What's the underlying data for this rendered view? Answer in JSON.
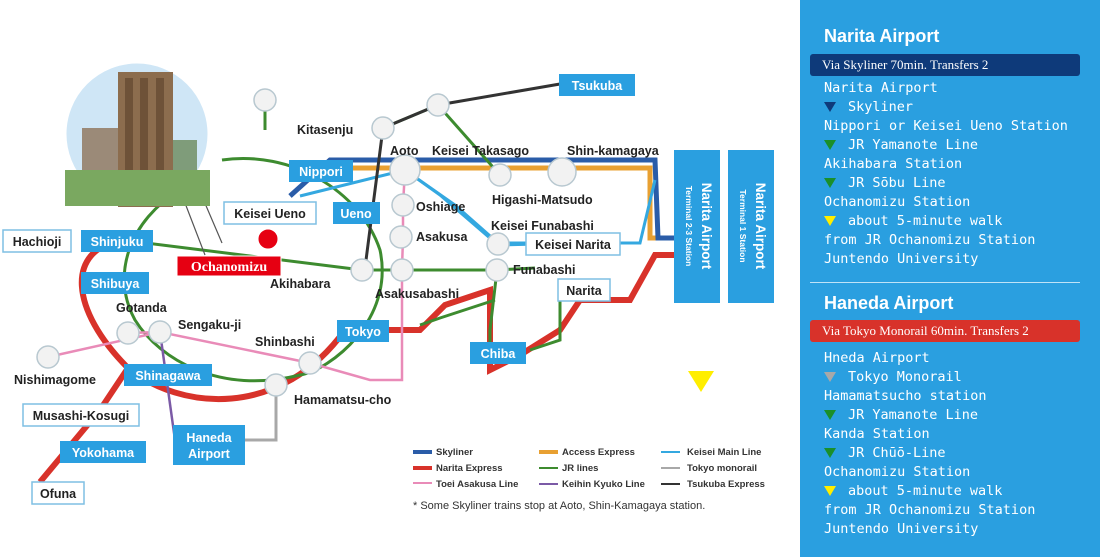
{
  "map": {
    "stations": {
      "tsukuba": "Tsukuba",
      "kitasenju": "Kitasenju",
      "nippori": "Nippori",
      "aoto": "Aoto",
      "keisei_takasago": "Keisei Takasago",
      "shin_kamagaya": "Shin-kamagaya",
      "higashi_matsudo": "Higashi-Matsudo",
      "keisei_ueno": "Keisei Ueno",
      "ueno": "Ueno",
      "oshiage": "Oshiage",
      "asakusa": "Asakusa",
      "keisei_funabashi": "Keisei Funabashi",
      "keisei_narita": "Keisei Narita",
      "hachioji": "Hachioji",
      "shinjuku": "Shinjuku",
      "ochanomizu": "Ochanomizu",
      "akihabara": "Akihabara",
      "funabashi": "Funabashi",
      "shibuya": "Shibuya",
      "asakusabashi": "Asakusabashi",
      "narita": "Narita",
      "gotanda": "Gotanda",
      "sengakuji": "Sengaku-ji",
      "shinbashi": "Shinbashi",
      "tokyo": "Tokyo",
      "chiba": "Chiba",
      "nishimagome": "Nishimagome",
      "shinagawa": "Shinagawa",
      "hamamatsucho": "Hamamatsu-cho",
      "musashi_kosugi": "Musashi-Kosugi",
      "haneda_1": "Haneda",
      "haneda_2": "Airport",
      "yokohama": "Yokohama",
      "ofuna": "Ofuna"
    },
    "terminals": {
      "t23_name": "Narita Airport",
      "t23_sub": "Terminal 2·3 Station",
      "t1_name": "Narita Airport",
      "t1_sub": "Terminal 1 Station"
    },
    "legend": {
      "skyliner": "Skyliner",
      "narita_express": "Narita Express",
      "toei_asakusa": "Toei Asakusa Line",
      "access_express": "Access Express",
      "jr_lines": "JR lines",
      "keihin_kyuko": "Keihin Kyuko Line",
      "keisei_main": "Keisei Main Line",
      "tokyo_monorail": "Tokyo monorail",
      "tsukuba_express": "Tsukuba Express"
    },
    "note": "* Some Skyliner trains stop at Aoto, Shin-Kamagaya station.",
    "colors": {
      "skyliner": "#2a5ca8",
      "narita_express": "#d8322a",
      "toei_asakusa": "#e98bb8",
      "access_express": "#e8a032",
      "jr_lines": "#3d8b2f",
      "keihin_kyuko": "#7b5aa6",
      "keisei_main": "#34a8e0",
      "tokyo_monorail": "#a8a8a8",
      "tsukuba_express": "#333333",
      "station_box": "#2a9fe0",
      "ochanomizu": "#e60012"
    }
  },
  "panel": {
    "narita": {
      "title": "Narita Airport",
      "route": "Via Skyliner  70min.  Transfers 2",
      "steps": [
        "Narita Airport",
        "Skyliner",
        "Nippori or Keisei Ueno Station",
        "JR Yamanote Line",
        "Akihabara Station",
        "JR Sōbu Line",
        "Ochanomizu Station",
        "about 5-minute walk",
        "from JR Ochanomizu Station",
        "Juntendo University"
      ]
    },
    "haneda": {
      "title": "Haneda Airport",
      "route": "Via Tokyo Monorail  60min. Transfers 2",
      "steps": [
        "Hneda Airport",
        "Tokyo Monorail",
        "Hamamatsucho station",
        "JR Yamanote Line",
        "Kanda Station",
        "JR Chūō-Line",
        "Ochanomizu Station",
        "about 5-minute walk",
        "from JR Ochanomizu Station",
        "Juntendo University"
      ]
    }
  }
}
